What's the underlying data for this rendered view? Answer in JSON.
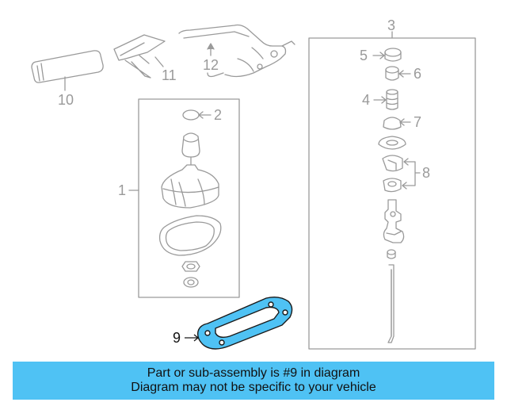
{
  "callouts": {
    "c1": "1",
    "c2": "2",
    "c3": "3",
    "c4": "4",
    "c5": "5",
    "c6": "6",
    "c7": "7",
    "c8": "8",
    "c9": "9",
    "c10": "10",
    "c11": "11",
    "c12": "12"
  },
  "banner": {
    "line1": "Part or sub-assembly is #9 in diagram",
    "line2": "Diagram may not be specific to your vehicle"
  },
  "colors": {
    "highlight": "#4fc2f4",
    "line_art": "#9a9a9a"
  }
}
